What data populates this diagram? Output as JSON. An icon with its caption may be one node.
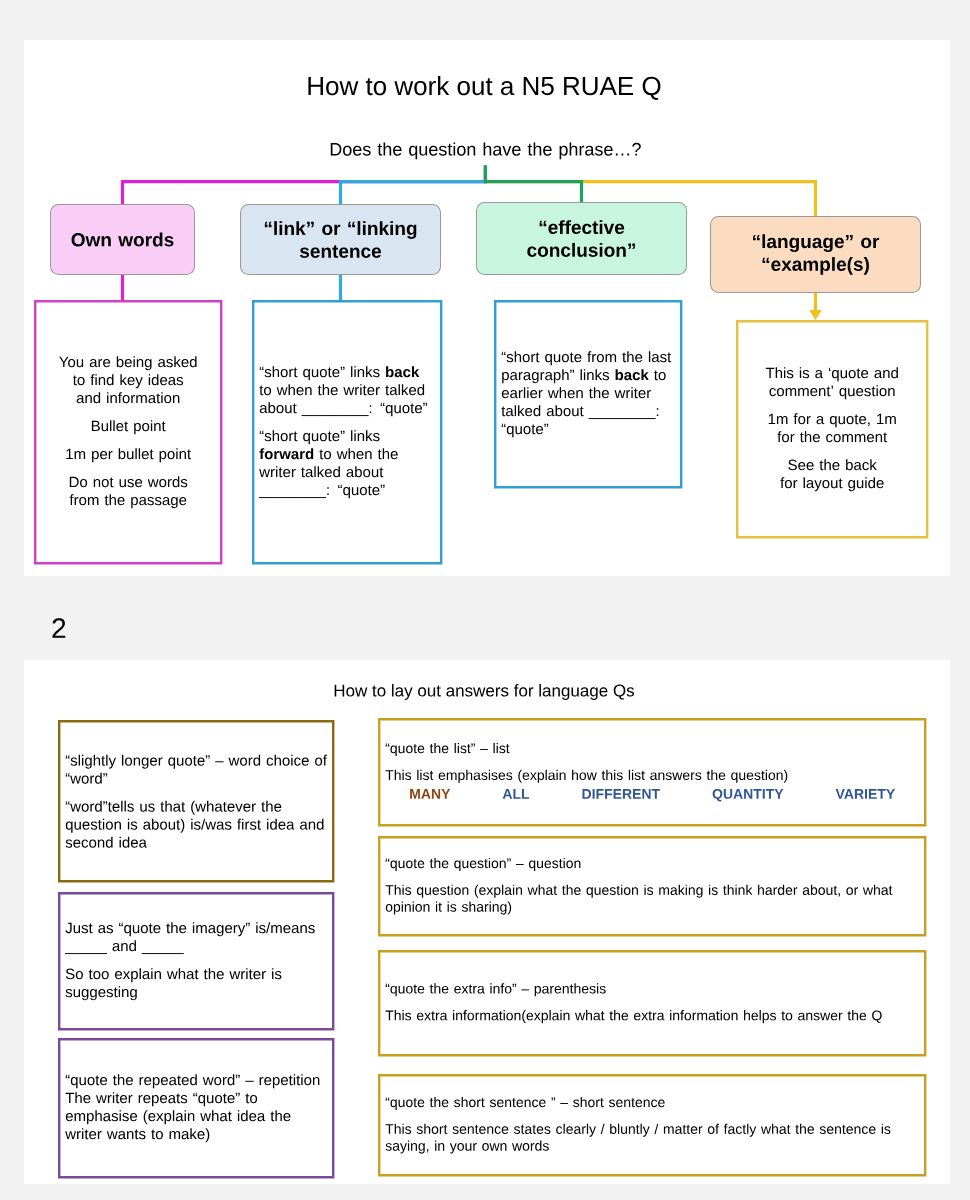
{
  "diagram": {
    "title": "How to work out a N5 RUAE Q",
    "nodes": [
      {
        "text": [
          "Does the question have the phrase…?"
        ]
      },
      {
        "text": [
          "Own words"
        ]
      },
      {
        "text": [
          "“link” or “linking sentence"
        ]
      },
      {
        "text": [
          "“effective conclusion”"
        ]
      },
      {
        "text": [
          "“language” or “example(s)"
        ]
      },
      {
        "text": [
          "You are being asked to find key ideas and information",
          "Bullet point",
          "1m per bullet point",
          "Do not use words from the passage"
        ]
      },
      {
        "text": [
          "“short quote” links **back** to when the writer talked about ________: “quote”",
          "“short quote” links **forward** to when the writer talked about ________: “quote”"
        ]
      },
      {
        "text": [
          "“short quote from the last paragraph” links **back** to earlier when the writer talked about ________: “quote”"
        ]
      },
      {
        "text": [
          "This is a ‘quote and comment’ question",
          "1m for a quote, 1m for the comment",
          "See the back for layout guide"
        ]
      },
      {
        "text": [
          "“slightly longer quote” – word choice of “word”",
          "“word”tells us that (whatever the question is about) is/was first idea and second idea"
        ]
      },
      {
        "text": [
          "Just as “quote the imagery” is/means _____ and _____",
          "So too explain what the writer is suggesting"
        ]
      },
      {
        "text": [
          "“quote the repeated word” – repetition The writer repeats “quote” to emphasise (explain what idea the writer wants to make)"
        ]
      },
      {
        "text": [
          "“quote the list” – list",
          "This list emphasises (explain how this list answers the question)",
          "MANY",
          "ALL",
          "DIFFERENT",
          "QUANTITY",
          "VARIETY"
        ]
      },
      {
        "text": [
          "“quote the question” – question",
          "This question (explain what the question is making is think harder about, or what opinion it is sharing)"
        ]
      },
      {
        "text": [
          "“quote the extra info” – parenthesis",
          "This extra information(explain what the extra information helps to answer the Q"
        ]
      },
      {
        "text": [
          "“quote the short sentence ” – short sentence",
          "This short sentence states clearly / bluntly / matter of factly what the sentence is saying, in your own words"
        ]
      }
    ],
    "edges": [
      {
        "from": 0,
        "to": 1,
        "arrow": "none",
        "color": "#e020d0"
      },
      {
        "from": 0,
        "to": 2,
        "arrow": "none",
        "color": "#30a8e0"
      },
      {
        "from": 0,
        "to": 3,
        "arrow": "none",
        "color": "#20a060"
      },
      {
        "from": 0,
        "to": 4,
        "arrow": "none",
        "color": "#f0c020"
      },
      {
        "from": 1,
        "to": 5,
        "arrow": "none",
        "color": "#e020d0"
      },
      {
        "from": 2,
        "to": 6,
        "arrow": "none",
        "color": "#30a8e0"
      },
      {
        "from": 4,
        "to": 8,
        "arrow": "to",
        "color": "#f0c020"
      }
    ],
    "labels": [
      "2",
      "How to lay out answers for language Qs"
    ]
  }
}
